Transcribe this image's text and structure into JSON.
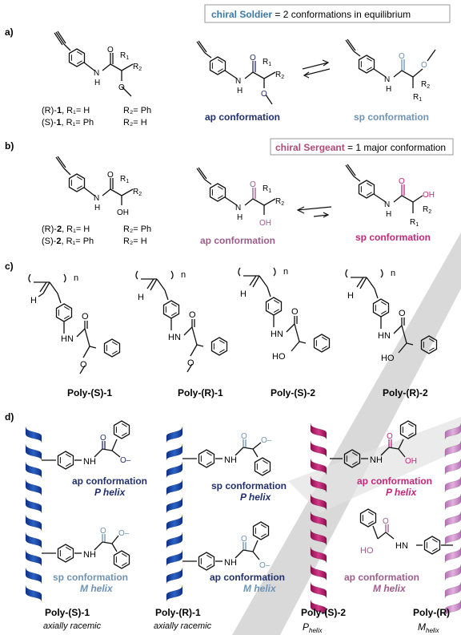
{
  "panels": {
    "a": "a)",
    "b": "b)",
    "c": "c)",
    "d": "d)"
  },
  "colors": {
    "soldier": "#3a78a6",
    "sergeant": "#b04a78",
    "ap_blue": "#22306e",
    "sp_blue": "#6e93b4",
    "purple": "#9e5c8c",
    "magenta": "#c4287a"
  },
  "a": {
    "box_highlight": "chiral Soldier",
    "box_rest": " = 2 conformations in equilibrium",
    "r1": "R",
    "r2": "R",
    "o": "O",
    "nh": "N",
    "h": "H",
    "line1_config": "(R)-",
    "line1_num": "1",
    "line1_subs": ", R₁= H",
    "line1_r2": "R₂= Ph",
    "line2_config": "(S)-",
    "line2_num": "1",
    "line2_subs": ", R₁= Ph",
    "line2_r2": "R₂= H",
    "ap_label": "ap conformation",
    "sp_label": "sp conformation"
  },
  "b": {
    "box_highlight": "chiral Sergeant",
    "box_rest": " = 1 major conformation",
    "oh": "OH",
    "line1_config": "(R)-",
    "line1_num": "2",
    "line1_subs": ", R₁= H",
    "line1_r2": "R₂= Ph",
    "line2_config": "(S)-",
    "line2_num": "2",
    "line2_subs": ", R₁= Ph",
    "line2_r2": "R₂= H",
    "ap_label": "ap conformation",
    "sp_label": "sp conformation"
  },
  "c": {
    "n": "n",
    "h": "H",
    "hn": "HN",
    "ho": "HO",
    "o": "O",
    "labels": [
      "Poly-(S)-1",
      "Poly-(R)-1",
      "Poly-(S)-2",
      "Poly-(R)-2"
    ]
  },
  "d": {
    "nh": "NH",
    "o": "O",
    "ome": "O–",
    "oh": "OH",
    "ho": "HO",
    "hn": "HN",
    "col1": {
      "top_conf": "ap conformation",
      "top_helix": "P helix",
      "bot_conf": "sp conformation",
      "bot_helix": "M helix",
      "name": "Poly-(S)-1",
      "desc": "axially racemic"
    },
    "col2": {
      "top_conf": "sp conformation",
      "top_helix": "P helix",
      "bot_conf": "ap conformation",
      "bot_helix": "M helix",
      "name": "Poly-(R)-1",
      "desc": "axially racemic"
    },
    "col3": {
      "top_conf": "ap conformation",
      "top_helix": "P helix",
      "bot_conf": "ap conformation",
      "bot_helix": "M helix",
      "name": "Poly-(S)-2",
      "desc": "P"
    },
    "col4": {
      "name": "Poly-(R)",
      "desc": "M"
    }
  }
}
